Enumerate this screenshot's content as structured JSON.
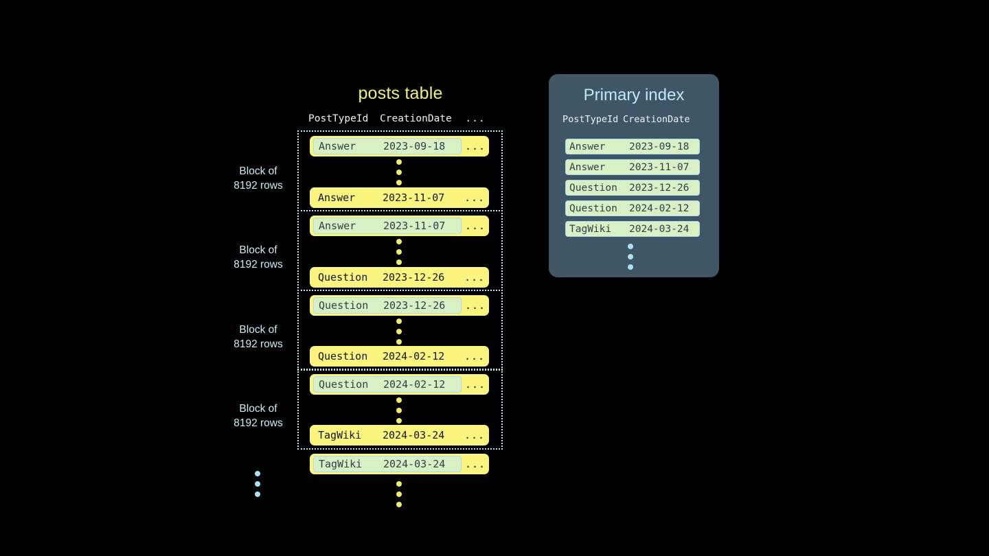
{
  "colors": {
    "background": "#000000",
    "row_yellow": "#fbf57f",
    "highlight_green": "#d8f0c4",
    "highlight_border": "#a8dced",
    "panel_slate": "#3f5666",
    "accent_blue": "#bfe9f8",
    "title_yellow": "#f2f07a"
  },
  "posts_table": {
    "title": "posts table",
    "columns": [
      "PostTypeId",
      "CreationDate",
      "..."
    ],
    "ellipsis_label": "...",
    "blocks": [
      {
        "label_line1": "Block of",
        "label_line2": "8192 rows",
        "first_row": {
          "post_type_id": "Answer",
          "creation_date": "2023-09-18",
          "rest": "...",
          "highlighted": true
        },
        "last_row": {
          "post_type_id": "Answer",
          "creation_date": "2023-11-07",
          "rest": "...",
          "highlighted": false
        }
      },
      {
        "label_line1": "Block of",
        "label_line2": "8192 rows",
        "first_row": {
          "post_type_id": "Answer",
          "creation_date": "2023-11-07",
          "rest": "...",
          "highlighted": true
        },
        "last_row": {
          "post_type_id": "Question",
          "creation_date": "2023-12-26",
          "rest": "...",
          "highlighted": false
        }
      },
      {
        "label_line1": "Block of",
        "label_line2": "8192 rows",
        "first_row": {
          "post_type_id": "Question",
          "creation_date": "2023-12-26",
          "rest": "...",
          "highlighted": true
        },
        "last_row": {
          "post_type_id": "Question",
          "creation_date": "2024-02-12",
          "rest": "...",
          "highlighted": false
        }
      },
      {
        "label_line1": "Block of",
        "label_line2": "8192 rows",
        "first_row": {
          "post_type_id": "Question",
          "creation_date": "2024-02-12",
          "rest": "...",
          "highlighted": true
        },
        "last_row": {
          "post_type_id": "TagWiki",
          "creation_date": "2024-03-24",
          "rest": "...",
          "highlighted": false
        }
      }
    ],
    "trailing_row": {
      "post_type_id": "TagWiki",
      "creation_date": "2024-03-24",
      "rest": "...",
      "highlighted": true
    }
  },
  "primary_index": {
    "title": "Primary index",
    "columns": [
      "PostTypeId",
      "CreationDate"
    ],
    "rows": [
      {
        "post_type_id": "Answer",
        "creation_date": "2023-09-18"
      },
      {
        "post_type_id": "Answer",
        "creation_date": "2023-11-07"
      },
      {
        "post_type_id": "Question",
        "creation_date": "2023-12-26"
      },
      {
        "post_type_id": "Question",
        "creation_date": "2024-02-12"
      },
      {
        "post_type_id": "TagWiki",
        "creation_date": "2024-03-24"
      }
    ]
  }
}
